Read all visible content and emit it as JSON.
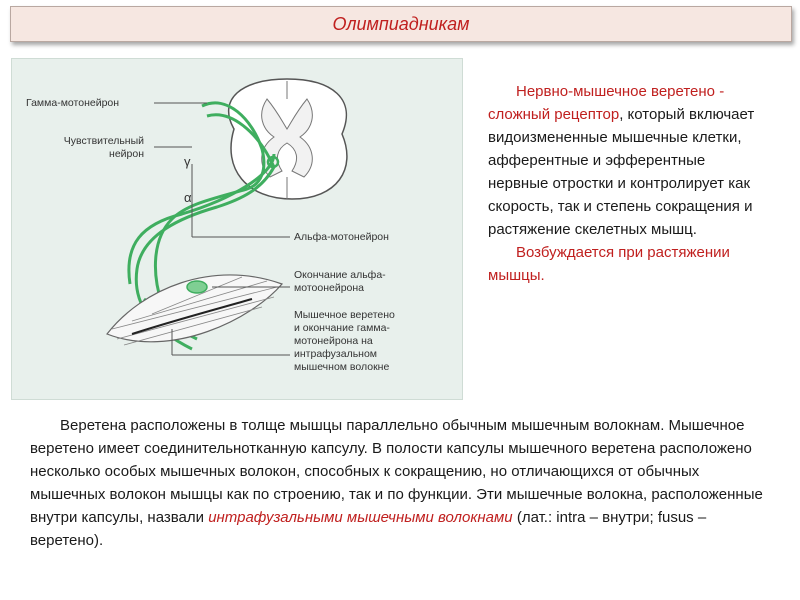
{
  "header": {
    "title": "Олимпиадникам"
  },
  "figure": {
    "labels": {
      "gamma_motoneuron": "Гамма-мотонейрон",
      "sensory_neuron_line1": "Чувствительный",
      "sensory_neuron_line2": "нейрон",
      "gamma_symbol": "γ",
      "alpha_symbol": "α",
      "alpha_motoneuron": "Альфа-мотонейрон",
      "alpha_ending_line1": "Окончание альфа-",
      "alpha_ending_line2": "мотоонейрона",
      "spindle_line1": "Мышечное веретено",
      "spindle_line2": "и окончание гамма-",
      "spindle_line3": "мотонейрона на",
      "spindle_line4": "интрафузальном",
      "spindle_line5": "мышечном волокне"
    }
  },
  "side": {
    "p1_red": "Нервно-мышечное веретено - сложный рецептор",
    "p1_rest": ", который включает видоизмененные мышечные клетки, афферентные и эфферентные нервные отростки и контролирует как скорость, так и степень сокращения и растяжение скелетных мышц.",
    "p2_red": "Возбуждается при растяжении мышцы."
  },
  "body": {
    "text_before": "Веретена расположены в толще мышцы параллельно обычным мышечным волокнам. Мышечное веретено имеет соединительнотканную капсулу. В полости капсулы мышечного веретена расположено несколько особых мышечных волокон, способных к сокращению, но отличающихся от обычных мышечных волокон мышцы как по строению, так и по функции. Эти мышечные волокна, расположенные внутри капсулы, назвали ",
    "term": "интрафузальными мышечными волокнами",
    "text_after": " (лат.: intra – внутри; fusus – веретено)."
  },
  "colors": {
    "accent_red": "#c0201f",
    "header_bg": "#f6e7e1",
    "figure_bg": "#e8f0ec",
    "nerve_green": "#3fae5f"
  }
}
